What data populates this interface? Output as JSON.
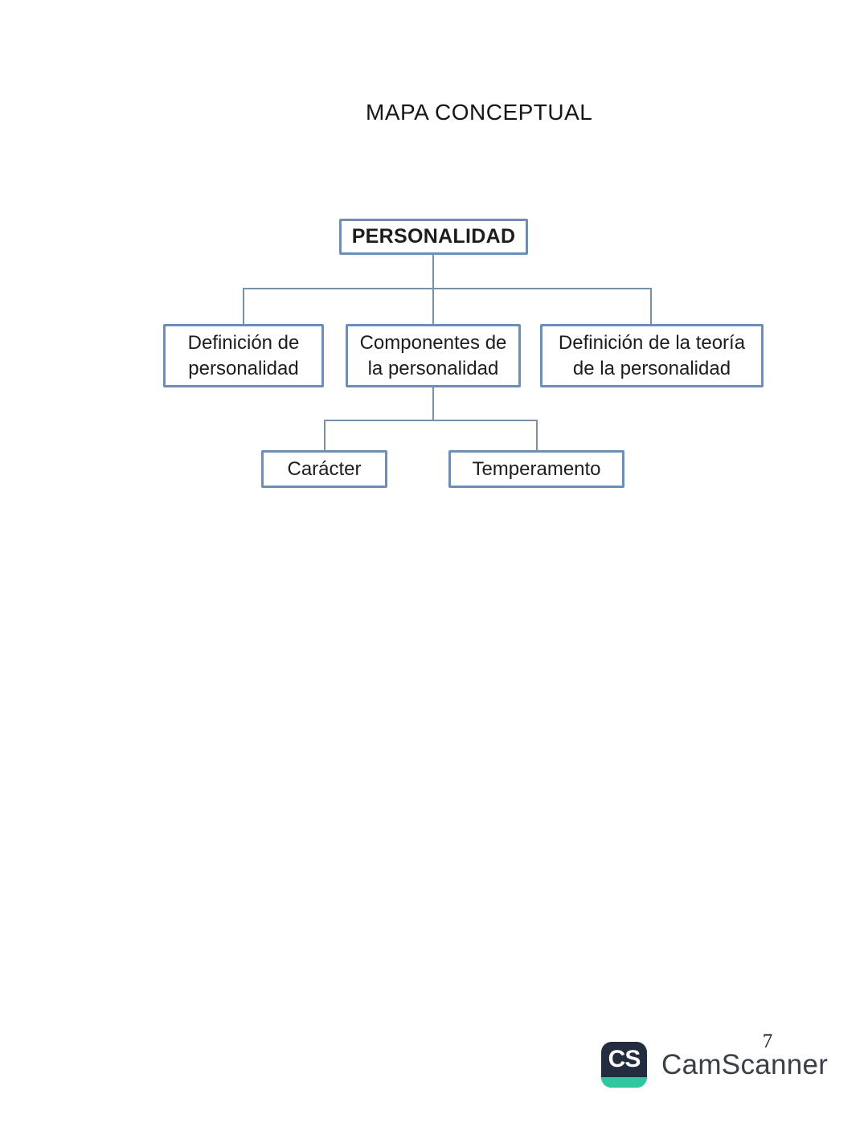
{
  "page": {
    "title": "MAPA CONCEPTUAL",
    "page_number": "7"
  },
  "diagram": {
    "root": {
      "label": "PERSONALIDAD"
    },
    "level1": [
      {
        "id": "definicion",
        "label": "Definición de\npersonalidad"
      },
      {
        "id": "componentes",
        "label": "Componentes de\nla personalidad"
      },
      {
        "id": "teoria",
        "label": "Definición de la teoría\nde la personalidad"
      }
    ],
    "level2": [
      {
        "id": "caracter",
        "label": "Carácter"
      },
      {
        "id": "temperamento",
        "label": "Temperamento"
      }
    ],
    "colors": {
      "box_border": "#6e8eb4",
      "connector": "#7493aa",
      "text": "#1d1d1d"
    }
  },
  "footer": {
    "logo_initials": "CS",
    "brand": "CamScanner",
    "colors": {
      "logo_background": "#232d3f",
      "logo_accent": "#2fc7a0",
      "brand_text": "#3a4049"
    }
  }
}
